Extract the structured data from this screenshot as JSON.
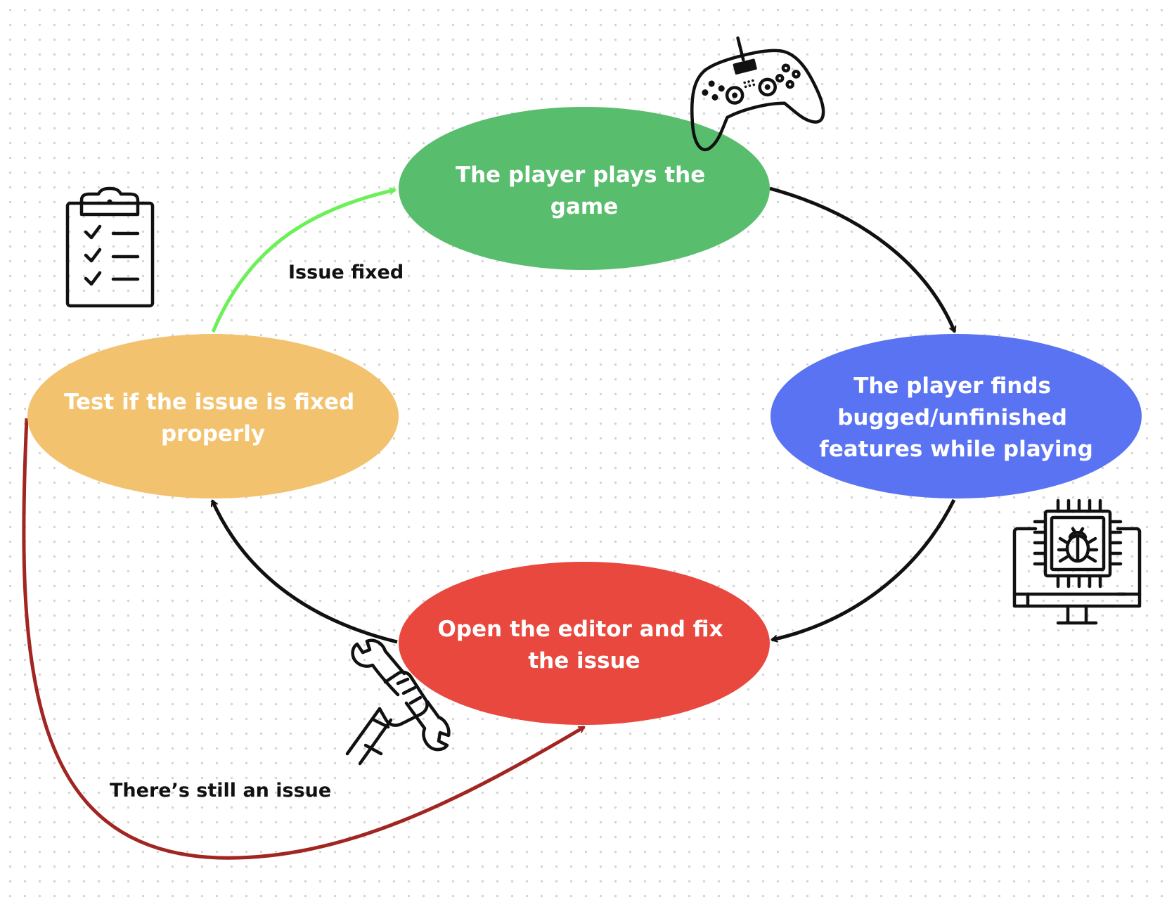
{
  "nodes": {
    "play": {
      "lines": [
        "The player plays the",
        "game"
      ],
      "color": "#58bd6d"
    },
    "find": {
      "lines": [
        "The player finds",
        "bugged/unfinished",
        "features while playing"
      ],
      "color": "#5a73f2"
    },
    "fix": {
      "lines": [
        "Open the editor and fix",
        "the issue"
      ],
      "color": "#e8483e"
    },
    "test": {
      "lines": [
        "Test if the issue is fixed",
        "properly"
      ],
      "color": "#f3c26e"
    }
  },
  "edges": {
    "issue_fixed": {
      "label": "Issue fixed",
      "color": "#6cf058"
    },
    "still_issue": {
      "label": "There’s still an issue",
      "color": "#a12520"
    },
    "cycle_color": "#111111"
  },
  "icons": {
    "gamepad": "gamepad-icon",
    "clipboard": "clipboard-checklist-icon",
    "bug_monitor": "bug-monitor-icon",
    "wrench": "wrench-hand-icon"
  }
}
